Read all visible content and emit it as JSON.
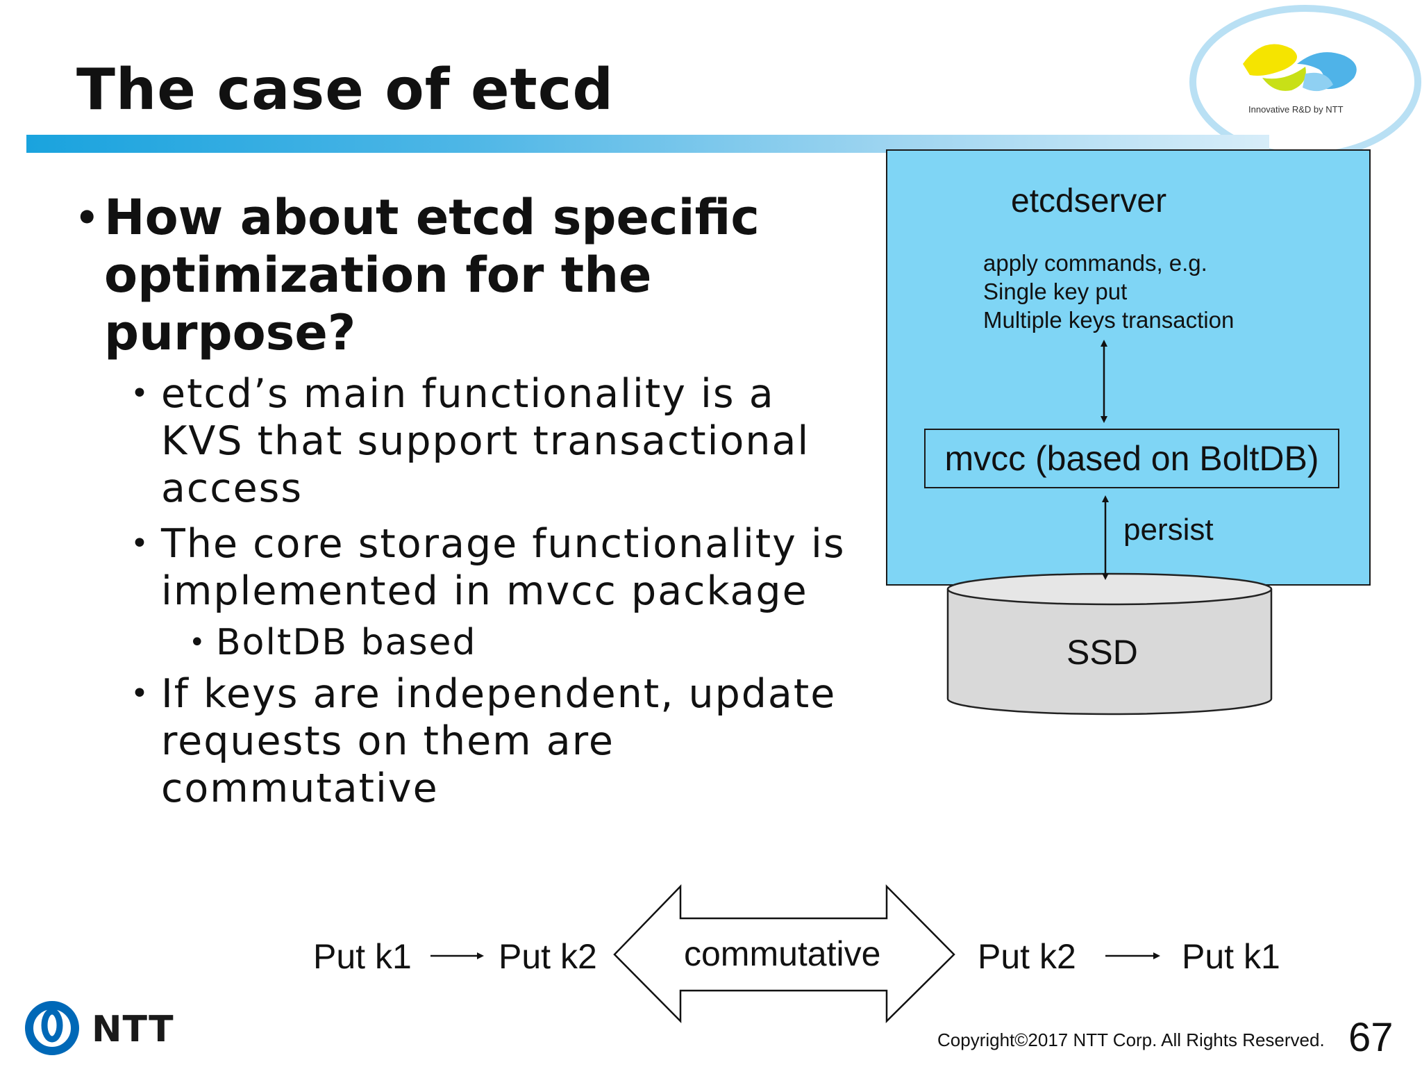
{
  "slide": {
    "title": "The case of etcd",
    "logo_caption": "Innovative R&D by NTT",
    "bullets": {
      "main": "How about etcd specific optimization for the purpose?",
      "sub1": "etcd’s main functionality is a KVS that support transactional access",
      "sub2": "The core storage functionality is implemented in mvcc package",
      "sub2_child": "BoltDB based",
      "sub3": "If keys are independent, update requests on them are commutative"
    },
    "diagram": {
      "server_title": "etcdserver",
      "apply_line1": "apply commands, e.g.",
      "apply_line2": "Single key put",
      "apply_line3": "Multiple keys transaction",
      "mvcc_label": "mvcc (based on BoltDB)",
      "persist_label": "persist",
      "ssd_label": "SSD"
    },
    "commutative": {
      "left_first": "Put k1",
      "left_second": "Put k2",
      "center": "commutative",
      "right_first": "Put k2",
      "right_second": "Put k1"
    },
    "footer": {
      "brand": "NTT",
      "copyright": "Copyright©2017  NTT Corp. All Rights Reserved.",
      "page_number": "67"
    },
    "colors": {
      "server_fill": "#7fd5f5",
      "ssd_fill": "#d9d9d9",
      "title_bar": "#1aa3de",
      "ntt_blue": "#0068b7"
    }
  }
}
